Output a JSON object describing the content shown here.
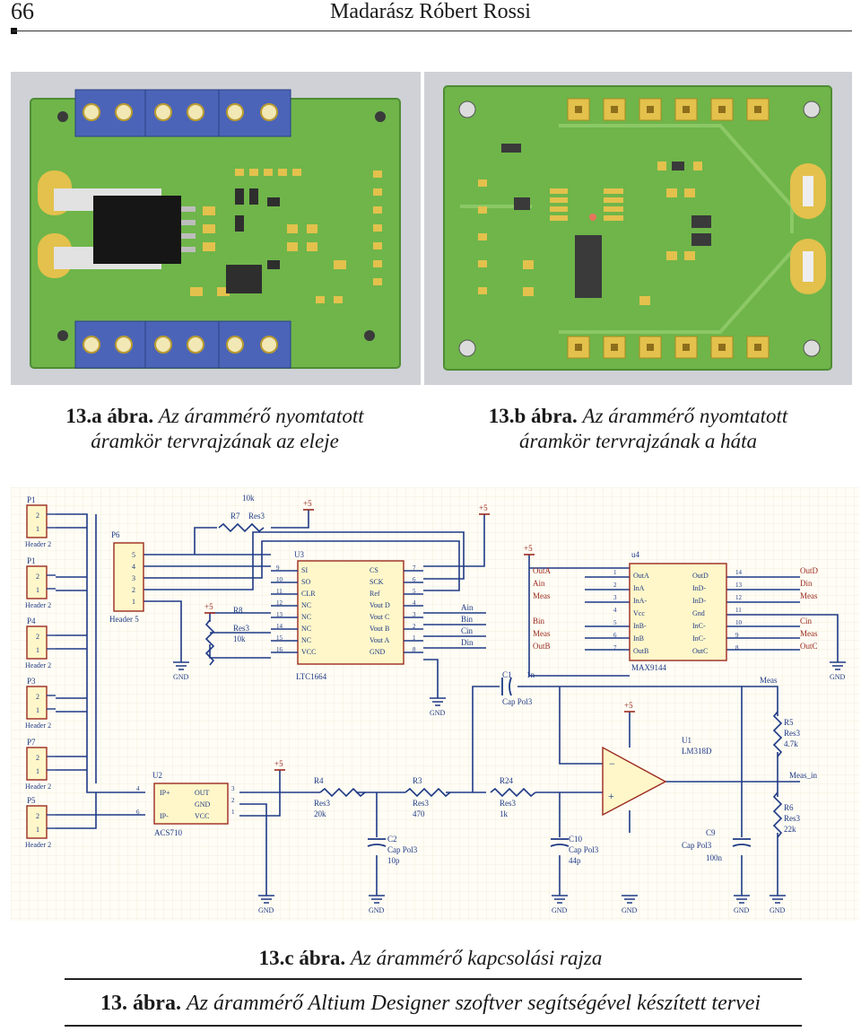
{
  "header": {
    "page_number": "66",
    "running_title": "Madarász Róbert Rossi"
  },
  "figure_a": {
    "label": "13.a ábra.",
    "caption_line1": "Az árammérő nyomtatott",
    "caption_line2": "áramkör tervrajzának az eleje"
  },
  "figure_b": {
    "label": "13.b ábra.",
    "caption_line1": "Az árammérő nyomtatott",
    "caption_line2": "áramkör tervrajzának a háta"
  },
  "figure_c": {
    "label": "13.c ábra.",
    "caption": "Az árammérő kapcsolási rajza"
  },
  "figure_main": {
    "label": "13. ábra.",
    "caption": "Az árammérő Altium Designer szoftver segítségével készített tervei"
  },
  "schematic": {
    "headers": [
      "P1",
      "P1",
      "P4",
      "P3",
      "P7",
      "P5"
    ],
    "header_type": "Header 2",
    "pins": [
      "2",
      "1"
    ],
    "p6": {
      "ref": "P6",
      "type": "Header 5",
      "pins": [
        "5",
        "4",
        "3",
        "2",
        "1"
      ]
    },
    "r7": {
      "ref": "R7",
      "val": "Res3",
      "val2": "10k"
    },
    "r8": {
      "ref": "R8",
      "val": "Res3",
      "val2": "10k"
    },
    "u3": {
      "ref": "U3",
      "name": "LTC1664",
      "left_pins": [
        "SI",
        "SO",
        "CLR",
        "NC",
        "NC",
        "NC",
        "NC",
        "VCC"
      ],
      "left_nums": [
        "9",
        "10",
        "11",
        "12",
        "13",
        "14",
        "15",
        "16"
      ],
      "right_pins": [
        "CS",
        "SCK",
        "Ref",
        "Vout D",
        "Vout C",
        "Vout B",
        "Vout A",
        "GND"
      ],
      "right_nums": [
        "7",
        "6",
        "5",
        "4",
        "3",
        "2",
        "1",
        "8"
      ]
    },
    "u3_nets": [
      "Ain",
      "Bin",
      "Cin",
      "Din"
    ],
    "u4": {
      "ref": "u4",
      "name": "MAX9144",
      "left_pins": [
        "OutA",
        "InA",
        "InA-",
        "Vcc",
        "InB-",
        "InB",
        "OutB"
      ],
      "left_nums": [
        "1",
        "2",
        "3",
        "4",
        "5",
        "6",
        "7"
      ],
      "right_pins": [
        "OutD",
        "InD-",
        "InD-",
        "Gnd",
        "InC-",
        "InC-",
        "OutC"
      ],
      "right_nums": [
        "14",
        "13",
        "12",
        "11",
        "10",
        "9",
        "8"
      ]
    },
    "u4_left_nets": [
      "OutA",
      "Ain",
      "Meas",
      "",
      "Bin",
      "Meas",
      "OutB"
    ],
    "u4_right_nets": [
      "OutD",
      "Din",
      "Meas",
      "",
      "Cin",
      "Meas",
      "OutC"
    ],
    "u2": {
      "ref": "U2",
      "name": "ACS710",
      "pins": [
        "IP+",
        "IP-",
        "OUT",
        "GND",
        "VCC"
      ],
      "nums": [
        "4",
        "6",
        "3",
        "2",
        "1"
      ]
    },
    "r4": {
      "ref": "R4",
      "val": "Res3",
      "val2": "20k"
    },
    "r3": {
      "ref": "R3",
      "val": "Res3",
      "val2": "470"
    },
    "r24": {
      "ref": "R24",
      "val": "Res3",
      "val2": "1k"
    },
    "c1": {
      "ref": "C1",
      "val": "Cap Pol3",
      "val2": "1n"
    },
    "c2": {
      "ref": "C2",
      "val": "Cap Pol3",
      "val2": "10p"
    },
    "c10": {
      "ref": "C10",
      "val": "Cap Pol3",
      "val2": "44p"
    },
    "c9": {
      "ref": "C9",
      "val": "Cap Pol3",
      "val2": "100n"
    },
    "u1": {
      "ref": "U1",
      "name": "LM318D"
    },
    "r5": {
      "ref": "R5",
      "val": "Res3",
      "val2": "4.7k"
    },
    "r6": {
      "ref": "R6",
      "val": "Res3",
      "val2": "22k"
    },
    "gnd": "GND",
    "vplus": "+5",
    "net_meas": "Meas",
    "net_meas_in": "Meas_in"
  }
}
